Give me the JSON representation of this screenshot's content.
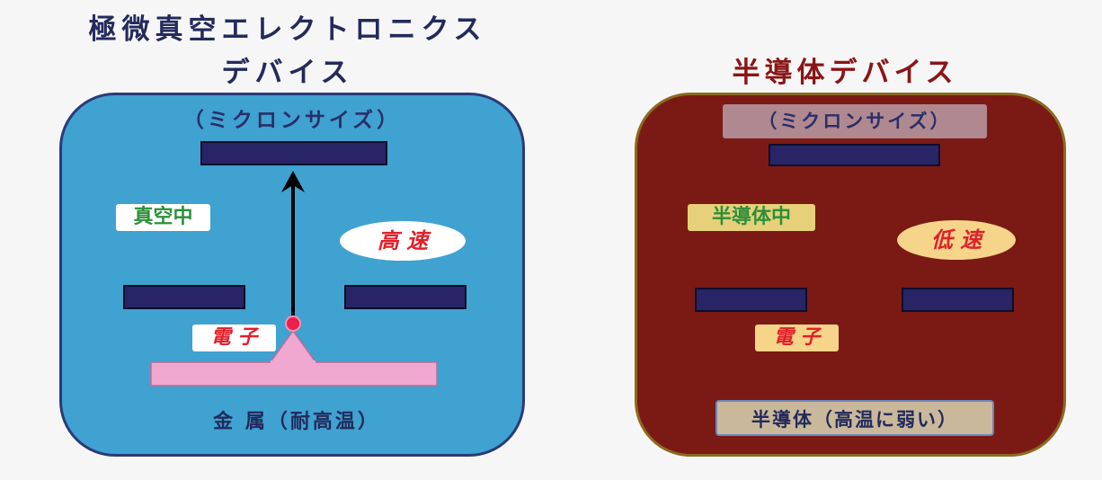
{
  "left": {
    "title_line1": "極微真空エレクトロニクス",
    "title_line2": "デバイス",
    "size_label": "（ミクロンサイズ）",
    "medium_label": "真空中",
    "speed_label": "高 速",
    "electron_label": "電 子",
    "base_label": "金 属（耐高温）",
    "colors": {
      "panel": "#3fa2d0",
      "substrate": "#f0a8d0",
      "bar": "#272565"
    }
  },
  "right": {
    "title": "半導体デバイス",
    "size_label": "（ミクロンサイズ）",
    "medium_label": "半導体中",
    "speed_label": "低 速",
    "electron_label": "電 子",
    "base_label": "半導体（高温に弱い）",
    "colors": {
      "panel": "#7b1a14",
      "substrate": "#f0a8d0",
      "bar": "#272565"
    }
  }
}
